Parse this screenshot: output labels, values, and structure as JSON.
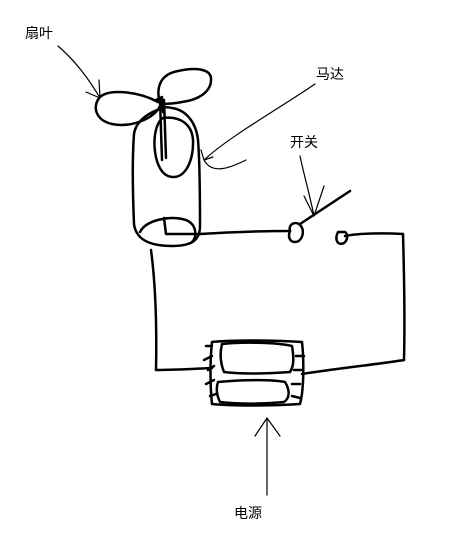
{
  "diagram": {
    "labels": {
      "fan_blade": "扇叶",
      "motor": "马达",
      "switch": "开关",
      "power_source": "电源"
    },
    "colors": {
      "background": "#ffffff",
      "ink": "#000000"
    }
  }
}
